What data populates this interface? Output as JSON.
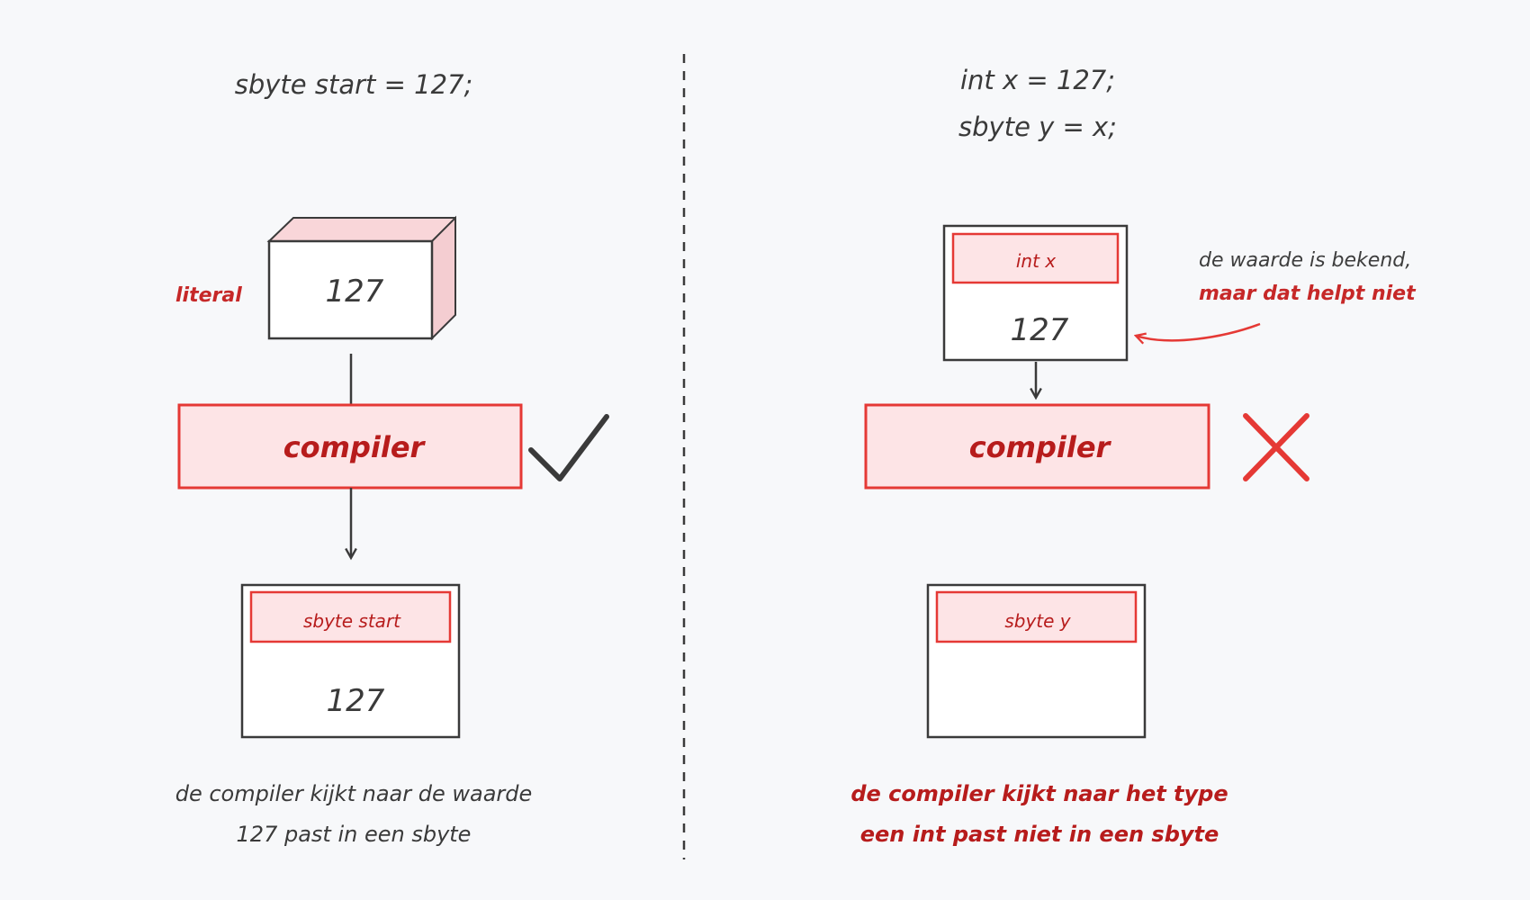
{
  "left": {
    "code_line": "sbyte start = 127;",
    "literal_label": "literal",
    "literal_value": "127",
    "compiler_label": "compiler",
    "result_box_title": "sbyte start",
    "result_box_value": "127",
    "caption_line1": "de compiler kijkt naar de waarde",
    "caption_line2": "127 past in een sbyte",
    "verdict_icon": "check-icon"
  },
  "right": {
    "code_line1": "int x = 127;",
    "code_line2": "sbyte y = x;",
    "source_box_title": "int x",
    "source_box_value": "127",
    "annotation_line1": "de waarde is bekend,",
    "annotation_line2": "maar dat helpt niet",
    "compiler_label": "compiler",
    "target_box_title": "sbyte y",
    "caption_line1": "de compiler kijkt naar het type",
    "caption_line2": "een int past niet in een sbyte",
    "verdict_icon": "cross-icon"
  },
  "colors": {
    "background": "#f7f8fa",
    "accent_red": "#e53935",
    "accent_dark_red": "#b71c1c",
    "pink_fill": "#fde4e6",
    "ink": "#3a3a3a"
  }
}
